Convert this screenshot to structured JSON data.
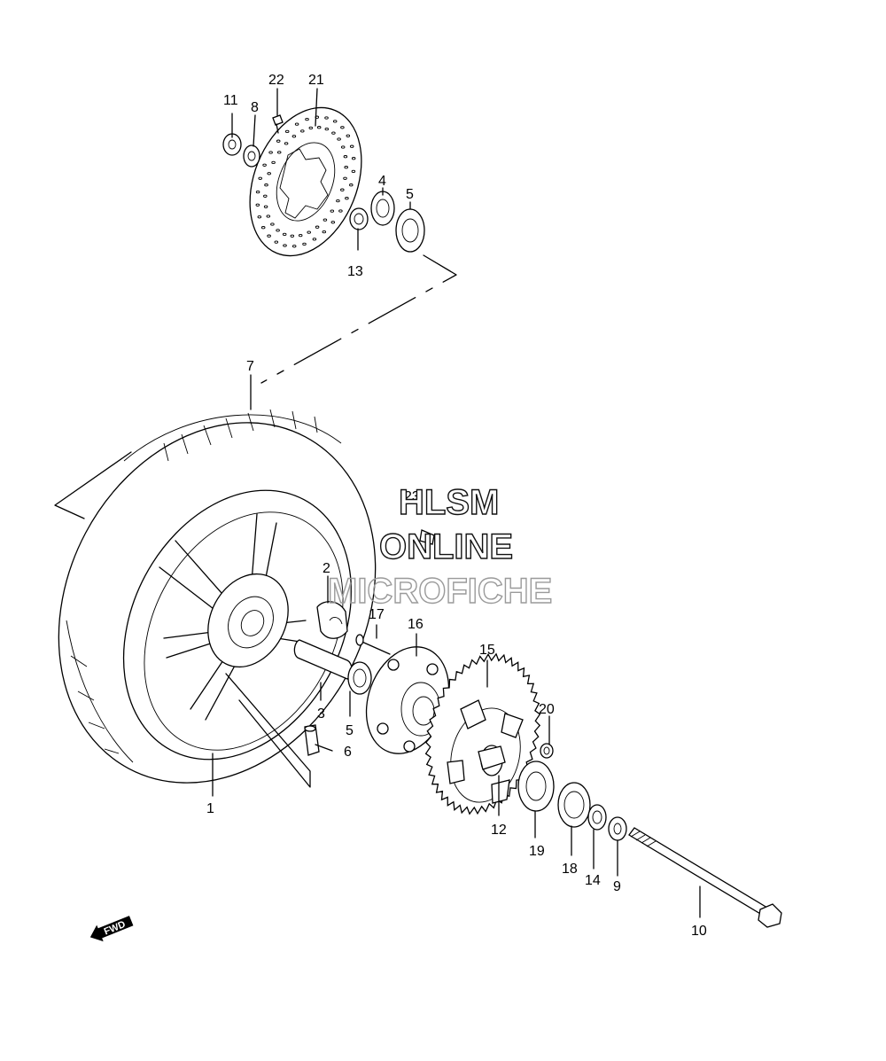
{
  "watermark": {
    "line1": "HLSM",
    "line2": "ONLINE",
    "line3": "MICROFICHE"
  },
  "direction_marker": "FWD",
  "callouts": [
    {
      "id": "c1",
      "label": "1"
    },
    {
      "id": "c2",
      "label": "2"
    },
    {
      "id": "c3",
      "label": "3"
    },
    {
      "id": "c4",
      "label": "4"
    },
    {
      "id": "c5a",
      "label": "5"
    },
    {
      "id": "c5b",
      "label": "5"
    },
    {
      "id": "c6",
      "label": "6"
    },
    {
      "id": "c7",
      "label": "7"
    },
    {
      "id": "c8",
      "label": "8"
    },
    {
      "id": "c9",
      "label": "9"
    },
    {
      "id": "c10",
      "label": "10"
    },
    {
      "id": "c11",
      "label": "11"
    },
    {
      "id": "c12",
      "label": "12"
    },
    {
      "id": "c13",
      "label": "13"
    },
    {
      "id": "c14",
      "label": "14"
    },
    {
      "id": "c15",
      "label": "15"
    },
    {
      "id": "c16",
      "label": "16"
    },
    {
      "id": "c17",
      "label": "17"
    },
    {
      "id": "c18",
      "label": "18"
    },
    {
      "id": "c19",
      "label": "19"
    },
    {
      "id": "c20",
      "label": "20"
    },
    {
      "id": "c21",
      "label": "21"
    },
    {
      "id": "c22",
      "label": "22"
    },
    {
      "id": "c23",
      "label": "23"
    }
  ]
}
